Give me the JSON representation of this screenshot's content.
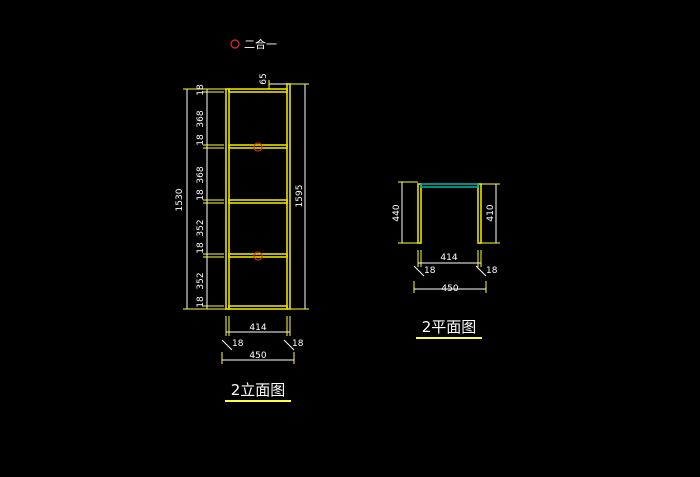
{
  "legend": {
    "label": "二合一",
    "marker_color": "#e03020"
  },
  "elevation": {
    "title": "2立面图",
    "dims": {
      "top_gap": "65",
      "left_segments": [
        "18",
        "368",
        "18",
        "368",
        "18",
        "352",
        "18",
        "352",
        "18"
      ],
      "left_total": "1530",
      "right_total": "1595",
      "inner_width": "414",
      "side_left": "18",
      "side_right": "18",
      "outer_width": "450"
    }
  },
  "plan": {
    "title": "2平面图",
    "dims": {
      "left_height": "440",
      "right_height": "410",
      "inner_width": "414",
      "side_left": "18",
      "side_right": "18",
      "outer_width": "450"
    }
  },
  "colors": {
    "frame": "#e8e000",
    "dimension": "#ffffff",
    "top_panel": "#00b0a0",
    "marker": "#e03020",
    "background": "#000000"
  }
}
